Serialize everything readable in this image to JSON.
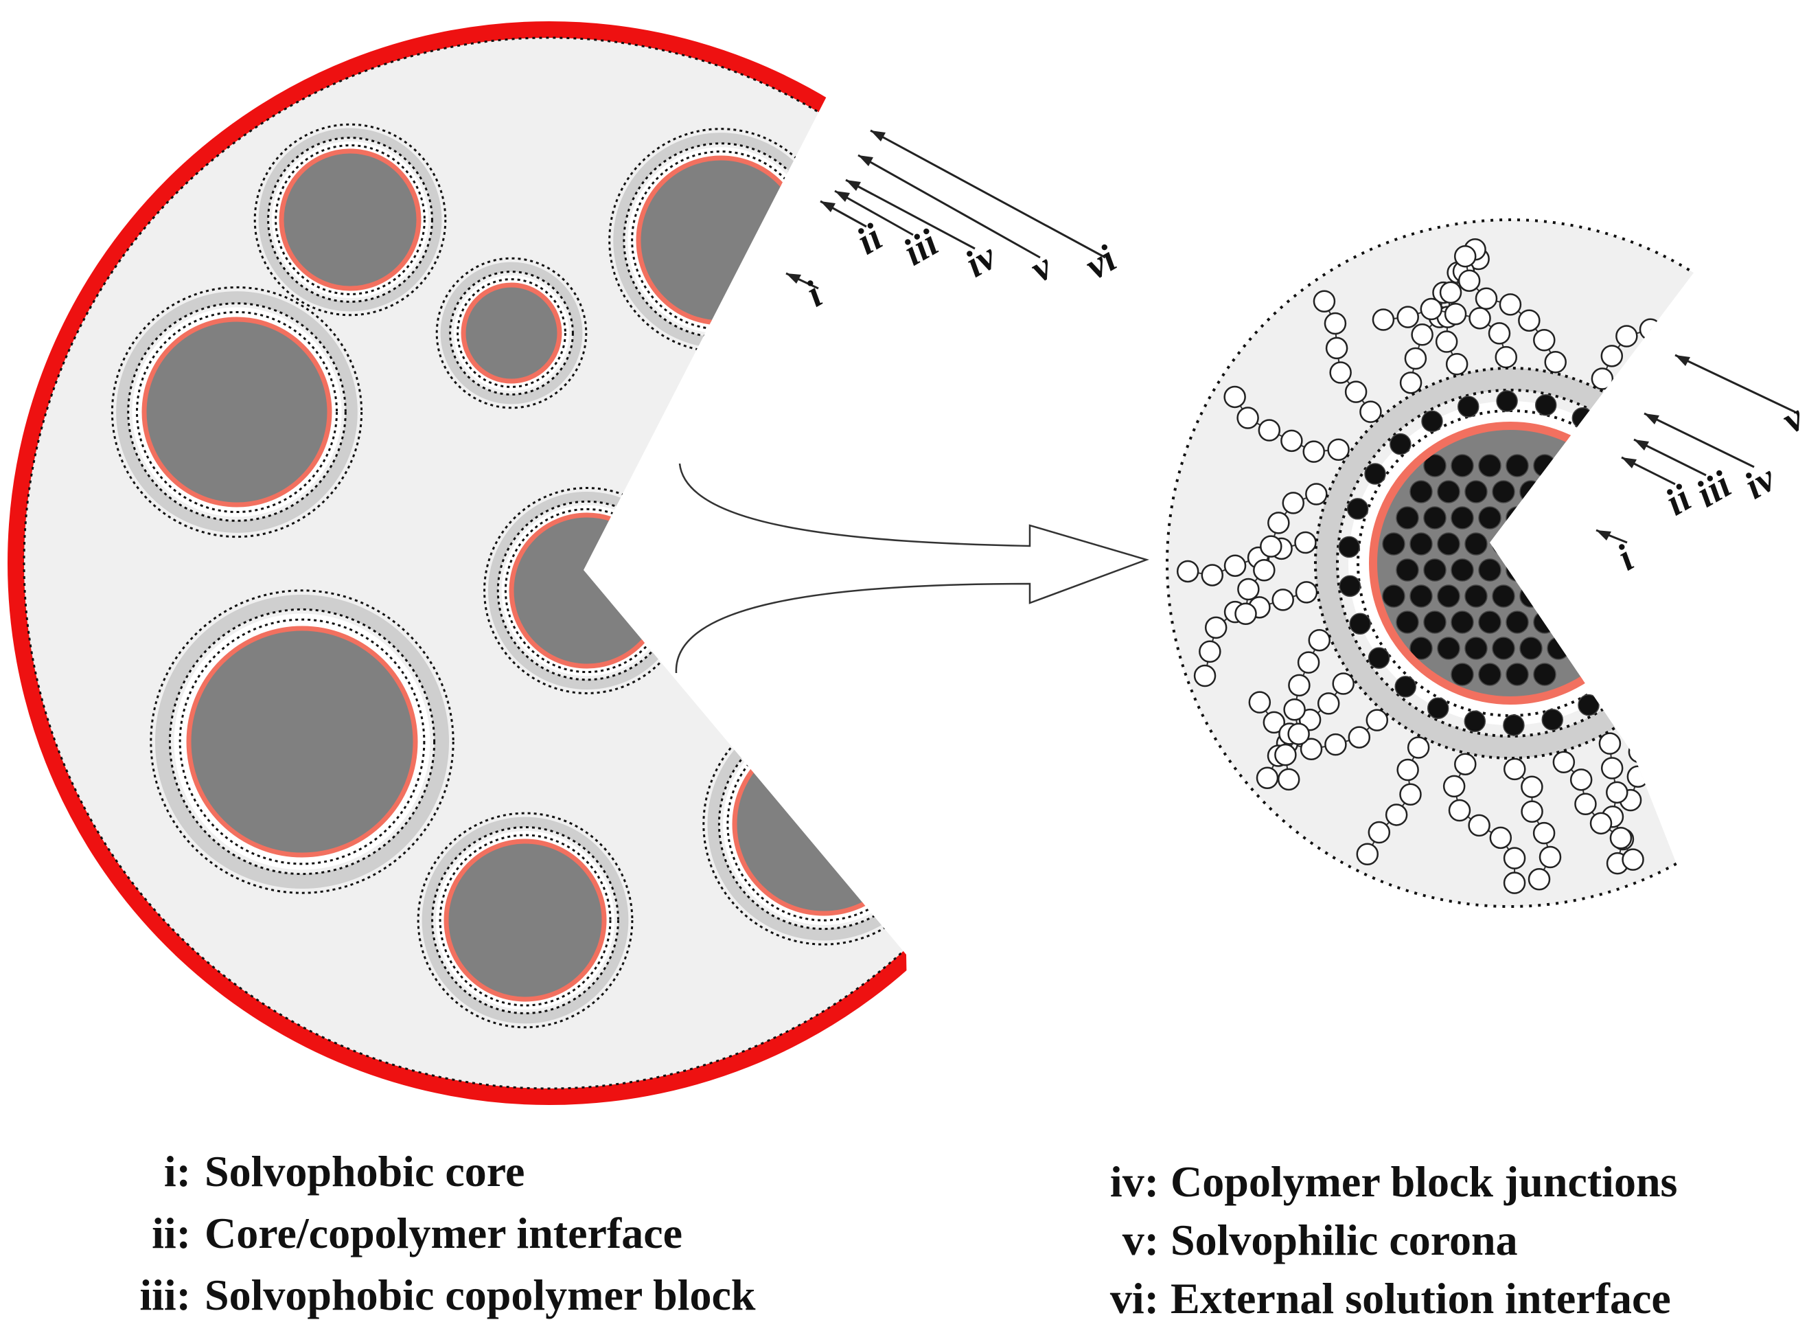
{
  "colors": {
    "background": "#ffffff",
    "solvent_bulk": "#f0f0f0",
    "core": "#808080",
    "core_interface": "#f2705f",
    "external_interface": "#ee1111",
    "block_region": "#ffffff",
    "junction_band": "#cfcfcf",
    "dotted_boundary": "#111111",
    "solvophobic_bead": "#111111",
    "solvophilic_bead": "#ffffff",
    "arrow": "#333333"
  },
  "icons": {
    "solvophobic_bead": "filled-circle",
    "solvophilic_bead": "open-circle",
    "zoom_arrow": "outlined-curved-arrow"
  },
  "left_markers": [
    {
      "id": "i",
      "label": "i"
    },
    {
      "id": "ii",
      "label": "ii"
    },
    {
      "id": "iii",
      "label": "iii"
    },
    {
      "id": "iv",
      "label": "iv"
    },
    {
      "id": "v",
      "label": "v"
    },
    {
      "id": "vi",
      "label": "vi"
    }
  ],
  "right_markers": [
    {
      "id": "i",
      "label": "i"
    },
    {
      "id": "ii",
      "label": "ii"
    },
    {
      "id": "iii",
      "label": "iii"
    },
    {
      "id": "iv",
      "label": "iv"
    },
    {
      "id": "v",
      "label": "v"
    }
  ],
  "legend": {
    "left": [
      {
        "key": "i:",
        "text": "Solvophobic core"
      },
      {
        "key": "ii:",
        "text": "Core/copolymer interface"
      },
      {
        "key": "iii:",
        "text": "Solvophobic copolymer block"
      }
    ],
    "right": [
      {
        "key": "iv:",
        "text": "Copolymer block junctions"
      },
      {
        "key": "v:",
        "text": "Solvophilic corona"
      },
      {
        "key": "vi:",
        "text": "External solution interface"
      }
    ]
  }
}
